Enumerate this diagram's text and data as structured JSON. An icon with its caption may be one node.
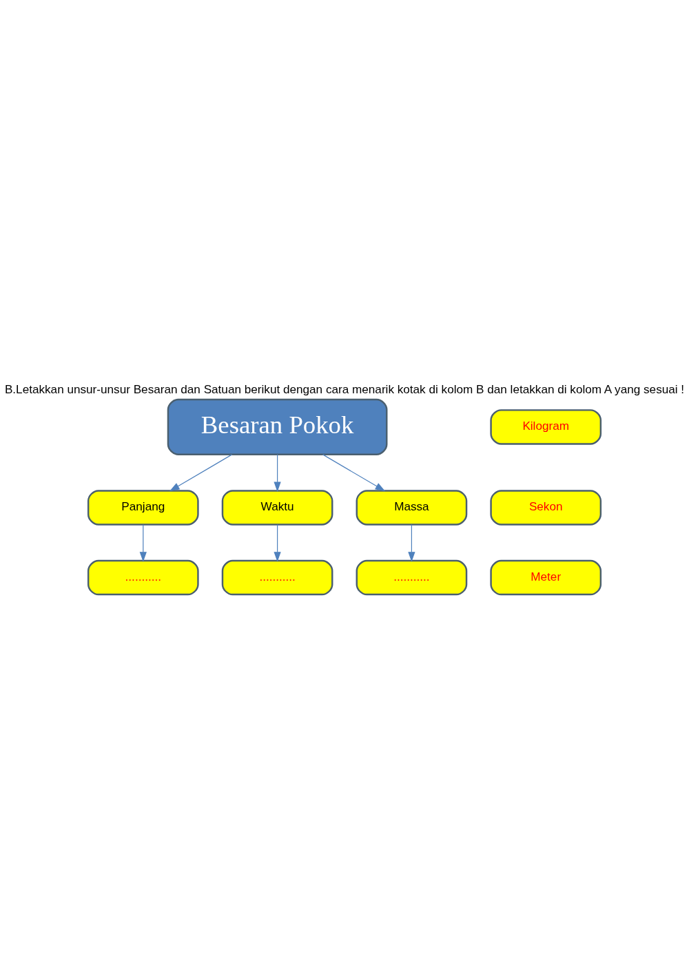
{
  "diagram": {
    "title": "B.Letakkan unsur-unsur Besaran dan Satuan berikut dengan cara menarik kotak di kolom B dan letakkan di kolom A yang sesuai !",
    "nodes": [
      {
        "text": [
          "Besaran Pokok"
        ]
      },
      {
        "text": [
          "Panjang"
        ]
      },
      {
        "text": [
          "Waktu"
        ]
      },
      {
        "text": [
          "Massa"
        ]
      },
      {
        "text": [
          "..........."
        ]
      },
      {
        "text": [
          "..........."
        ]
      },
      {
        "text": [
          "..........."
        ]
      },
      {
        "text": [
          "Kilogram"
        ]
      },
      {
        "text": [
          "Sekon"
        ]
      },
      {
        "text": [
          "Meter"
        ]
      }
    ],
    "edges": [
      {
        "from": 0,
        "to": 1,
        "arrow": "to"
      },
      {
        "from": 0,
        "to": 2,
        "arrow": "to"
      },
      {
        "from": 0,
        "to": 3,
        "arrow": "to"
      },
      {
        "from": 1,
        "to": 4,
        "arrow": "to"
      },
      {
        "from": 2,
        "to": 5,
        "arrow": "to"
      },
      {
        "from": 3,
        "to": 6,
        "arrow": "to"
      }
    ]
  }
}
